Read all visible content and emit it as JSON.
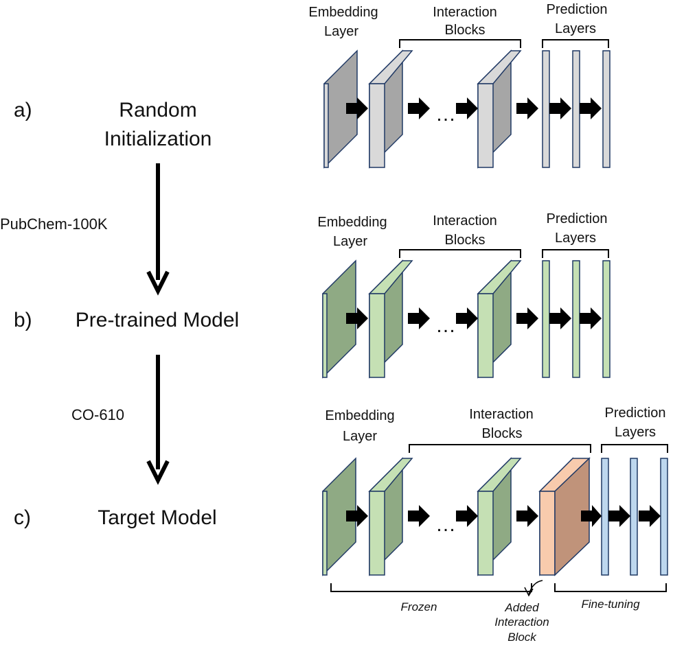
{
  "left": {
    "stages": [
      {
        "letter": "a)",
        "label_line1": "Random",
        "label_line2": "Initialization"
      },
      {
        "letter": "b)",
        "label": "Pre-trained Model"
      },
      {
        "letter": "c)",
        "label": "Target Model"
      }
    ],
    "datasets": [
      "PubChem-100K",
      "CO-610"
    ]
  },
  "rows": [
    {
      "embedding": [
        "Embedding",
        "Layer"
      ],
      "interaction": [
        "Interaction",
        "Blocks"
      ],
      "prediction": [
        "Prediction",
        "Layers"
      ],
      "ellipsis": "…"
    },
    {
      "embedding": [
        "Embedding",
        "Layer"
      ],
      "interaction": [
        "Interaction",
        "Blocks"
      ],
      "prediction": [
        "Prediction",
        "Layers"
      ],
      "ellipsis": "…"
    },
    {
      "embedding": [
        "Embedding",
        "Layer"
      ],
      "interaction": [
        "Interaction",
        "Blocks"
      ],
      "prediction": [
        "Prediction",
        "Layers"
      ],
      "ellipsis": "…",
      "frozen": "Frozen",
      "added": [
        "Added",
        "Interaction",
        "Block"
      ],
      "finetune": "Fine-tuning"
    }
  ],
  "colors": {
    "gray_front": "#d9d9d9",
    "gray_side": "#a6a6a6",
    "green_front": "#c5e0b4",
    "green_side": "#8faa84",
    "orange_front": "#f8cbad",
    "orange_side": "#c0937a",
    "blue_front": "#bdd7ee",
    "outline": "#1f3864"
  }
}
